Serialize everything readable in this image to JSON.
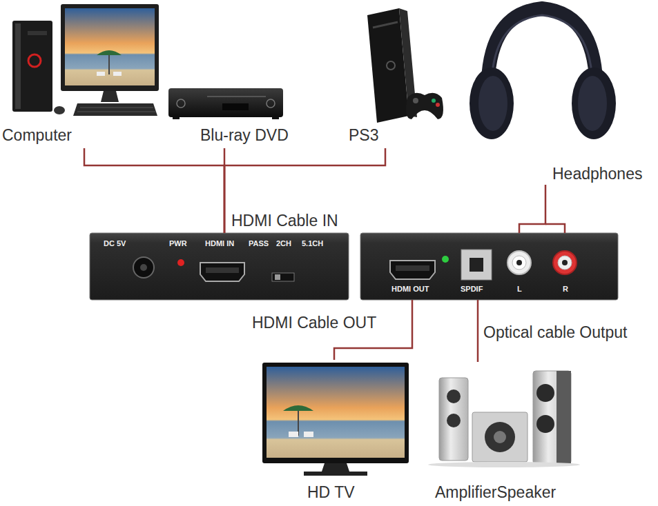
{
  "diagram": {
    "nodes": [
      {
        "text": [
          "Computer"
        ]
      },
      {
        "text": [
          "Blu-ray DVD"
        ]
      },
      {
        "text": [
          "PS3"
        ]
      },
      {
        "text": [
          "Headphones"
        ]
      },
      {
        "text": [
          "DC 5V",
          "PWR",
          "HDMI IN",
          "PASS",
          "2CH",
          "5.1CH"
        ]
      },
      {
        "text": [
          "HDMI OUT",
          "SPDIF",
          "L",
          "R"
        ]
      },
      {
        "text": [
          "HD TV"
        ]
      },
      {
        "text": [
          "AmplifierSpeaker"
        ]
      }
    ],
    "edges": [
      {
        "from": 0,
        "to": 4,
        "arrow": "none"
      },
      {
        "from": 1,
        "to": 4,
        "label": "HDMI Cable IN",
        "arrow": "none"
      },
      {
        "from": 2,
        "to": 4,
        "arrow": "none"
      },
      {
        "from": 5,
        "to": 3,
        "arrow": "none"
      },
      {
        "from": 5,
        "to": 6,
        "label": "HDMI Cable OUT",
        "arrow": "none"
      },
      {
        "from": 5,
        "to": 7,
        "label": "Optical cable Output",
        "arrow": "none"
      }
    ]
  }
}
